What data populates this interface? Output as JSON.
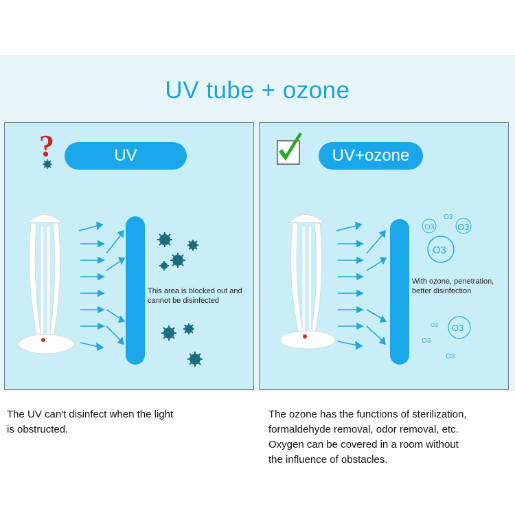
{
  "title": "UV tube + ozone",
  "left_panel": {
    "badge_label": "UV",
    "status_icon": "question-mark-icon",
    "note": "This area is blocked out and cannot be disinfected",
    "caption": "The UV can't disinfect when the light\nis obstructed."
  },
  "right_panel": {
    "badge_label": "UV+ozone",
    "status_icon": "check-mark-icon",
    "note": "With ozone, penetration, better disinfection",
    "ozone_label": "O3",
    "caption": "The ozone has the functions of sterilization,\nformaldehyde removal, odor removal, etc.\nOxygen can be covered in a room without\nthe influence of obstacles."
  },
  "colors": {
    "accent": "#19a7ea",
    "title": "#1aa3d6",
    "panel_bg": "#c9eef8",
    "banner_bg": "#e8f6fa",
    "germ": "#1e6b7c",
    "question": "#c8282a",
    "check": "#2aa52a"
  }
}
